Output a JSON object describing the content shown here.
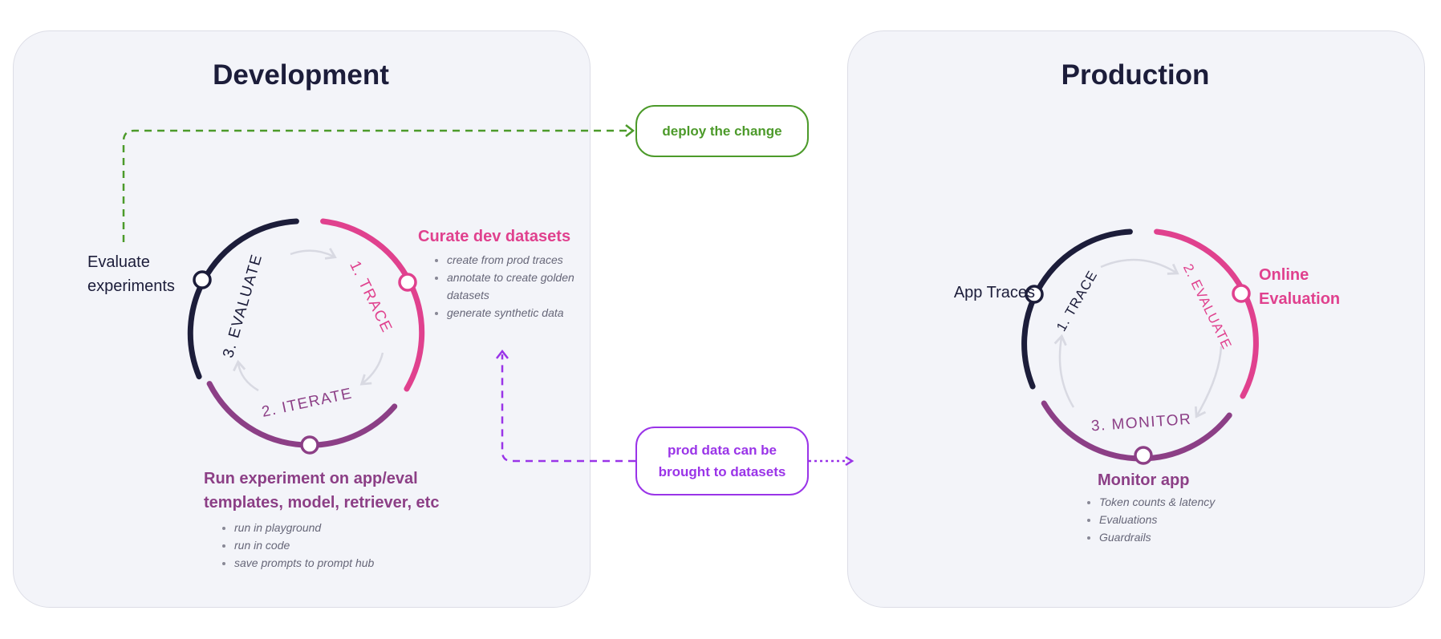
{
  "development": {
    "title": "Development",
    "evaluate_experiments": "Evaluate experiments",
    "curate": {
      "title": "Curate dev datasets",
      "bullets": [
        "create from prod  traces",
        "annotate to create golden datasets",
        "generate synthetic data"
      ]
    },
    "run_experiment": {
      "title": "Run experiment on app/eval templates, model, retriever, etc",
      "bullets": [
        "run in playground",
        "run in code",
        "save prompts to prompt hub"
      ]
    },
    "cycle_labels": [
      "1. TRACE",
      "2. ITERATE",
      "3. EVALUATE"
    ]
  },
  "production": {
    "title": "Production",
    "app_traces": "App Traces",
    "online_evaluation": "Online Evaluation",
    "monitor": {
      "title": "Monitor app",
      "bullets": [
        "Token counts & latency",
        "Evaluations",
        "Guardrails"
      ]
    },
    "cycle_labels": [
      "1. TRACE",
      "2. EVALUATE",
      "3. MONITOR"
    ]
  },
  "connectors": {
    "deploy": "deploy the change",
    "prod_data": "prod data can be brought to datasets"
  },
  "colors": {
    "pink": "#e0418e",
    "purple": "#8c3f86",
    "navy": "#1c1d3a",
    "green": "#4c9a2a",
    "violet": "#9a34e8"
  }
}
